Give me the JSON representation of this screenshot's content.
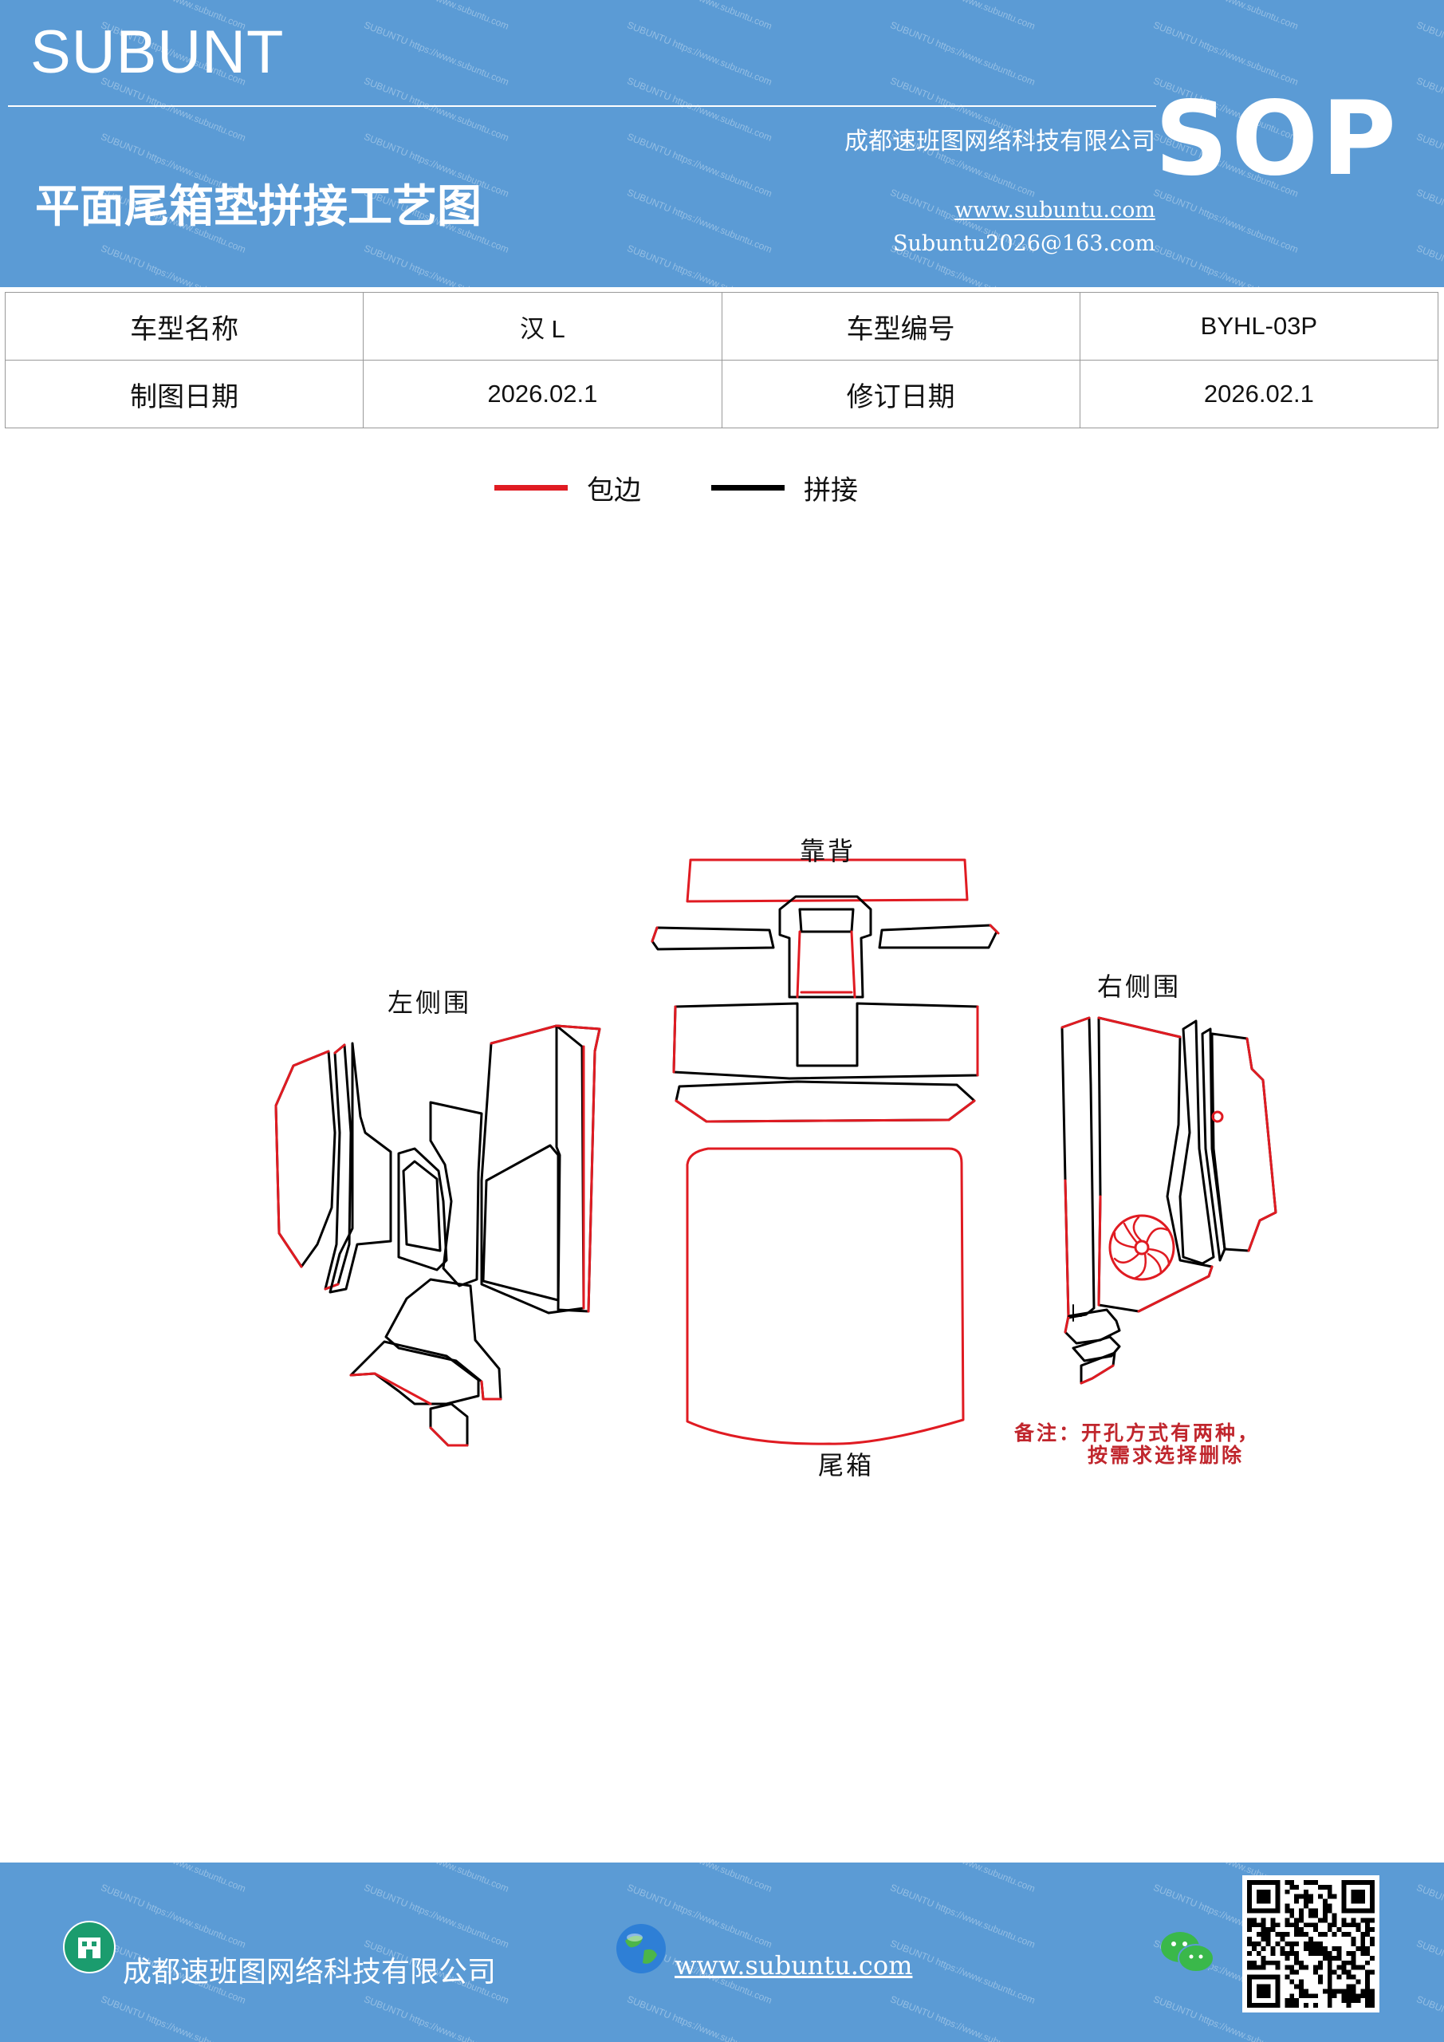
{
  "header": {
    "brand": "SUBUNT",
    "company": "成都速班图网络科技有限公司",
    "title": "平面尾箱垫拼接工艺图",
    "website": "www.subuntu.com",
    "email": "Subuntu2026@163.com",
    "badge": "SOP",
    "color": "#5b9bd5"
  },
  "info_table": {
    "model_name_label": "车型名称",
    "model_name_value": "汉 L",
    "model_code_label": "车型编号",
    "model_code_value": "BYHL-03P",
    "draw_date_label": "制图日期",
    "draw_date_value": "2026.02.1",
    "revise_date_label": "修订日期",
    "revise_date_value": "2026.02.1"
  },
  "legend": [
    {
      "label": "包边",
      "color": "#e01b22"
    },
    {
      "label": "拼接",
      "color": "#000000"
    }
  ],
  "diagram": {
    "label_backrest": "靠背",
    "label_left_side": "左侧围",
    "label_right_side": "右侧围",
    "label_trunk": "尾箱",
    "note_line1": "备注：开孔方式有两种，",
    "note_line2": "按需求选择删除",
    "edge_color": "#e01b22",
    "seam_color": "#000000"
  },
  "footer": {
    "company": "成都速班图网络科技有限公司",
    "website": "www.subuntu.com",
    "icons": [
      "building-icon",
      "globe-icon",
      "wechat-icon",
      "qr-code"
    ]
  }
}
